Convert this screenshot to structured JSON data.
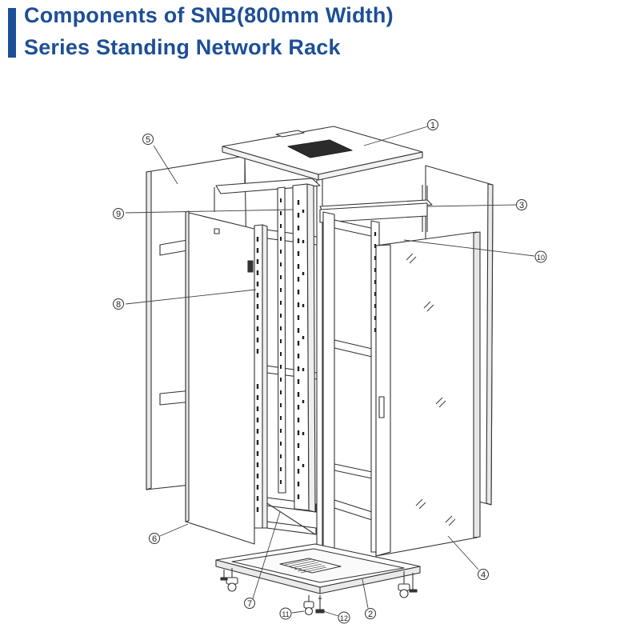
{
  "header": {
    "title_line_1": "Components of SNB(800mm Width)",
    "title_line_2": "Series Standing Network Rack",
    "accent_color": "#1d4f96",
    "title_color": "#1d4f96"
  },
  "callouts": [
    {
      "id": "callout-1",
      "number": "1"
    },
    {
      "id": "callout-2",
      "number": "2"
    },
    {
      "id": "callout-3",
      "number": "3"
    },
    {
      "id": "callout-4",
      "number": "4"
    },
    {
      "id": "callout-5",
      "number": "5"
    },
    {
      "id": "callout-6",
      "number": "6"
    },
    {
      "id": "callout-7",
      "number": "7"
    },
    {
      "id": "callout-8",
      "number": "8"
    },
    {
      "id": "callout-9",
      "number": "9"
    },
    {
      "id": "callout-10",
      "number": "10"
    },
    {
      "id": "callout-11",
      "number": "11"
    },
    {
      "id": "callout-12",
      "number": "12"
    }
  ]
}
